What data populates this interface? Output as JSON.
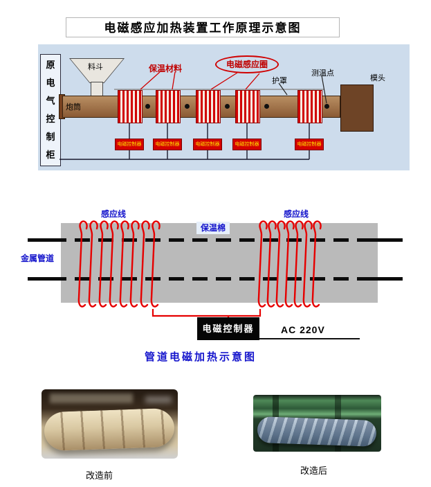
{
  "title": "电磁感应加热装置工作原理示意图",
  "principle_diagram": {
    "cabinet_label": "原电气控制柜",
    "hopper_label": "料斗",
    "barrel_label": "炮筒",
    "insulation_label": "保温材料",
    "induction_coil_label": "电磁感应圈",
    "shield_label": "护罩",
    "temp_point_label": "测温点",
    "die_head_label": "模头",
    "controller_label": "电磁控制器"
  },
  "pipeline_diagram": {
    "induction_wire_label_left": "感应线",
    "induction_wire_label_right": "感应线",
    "insulation_cotton_label": "保温棉",
    "metal_pipe_label": "金属管道",
    "controller_label": "电磁控制器",
    "power_label": "AC 220V",
    "caption": "管道电磁加热示意图"
  },
  "photos": {
    "before_caption": "改造前",
    "after_caption": "改造后"
  },
  "colors": {
    "diagram_bg": "#cddcec",
    "coil_red": "#d00000",
    "label_red": "#c00000",
    "label_blue": "#1515cc",
    "pipe_gray": "#bababa",
    "controller_red": "#d40000",
    "controller_text": "#ffe400",
    "barrel_brown": "#8a5a34",
    "die_brown": "#6e4426"
  }
}
